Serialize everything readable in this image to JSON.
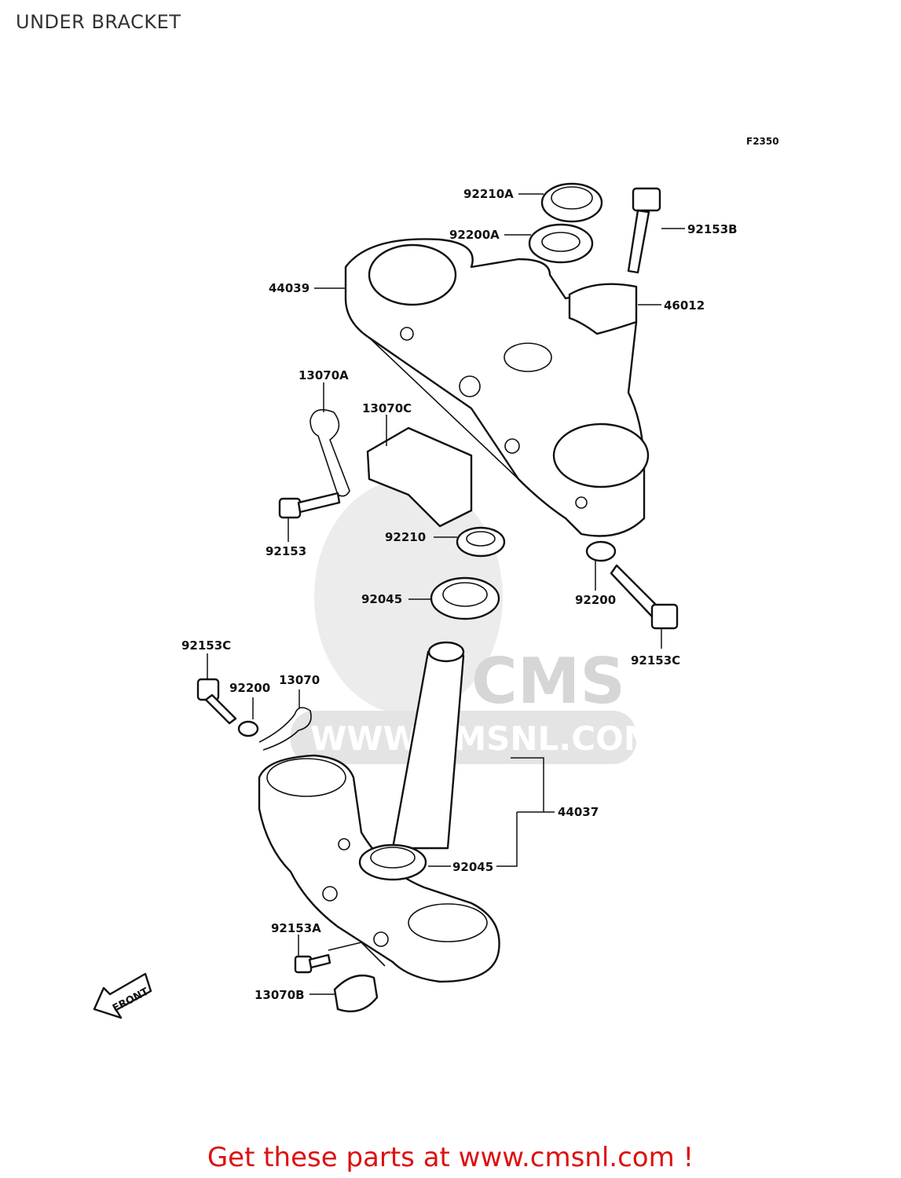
{
  "title": "UNDER BRACKET",
  "figure_code": "F2350",
  "watermark": {
    "logo_text": "CMS",
    "url_text": "WWW.CMSNL.COM"
  },
  "front_marker": "FRONT",
  "parts": [
    {
      "id": "92210A",
      "label": "92210A"
    },
    {
      "id": "92200A",
      "label": "92200A"
    },
    {
      "id": "92153B",
      "label": "92153B"
    },
    {
      "id": "44039",
      "label": "44039"
    },
    {
      "id": "46012",
      "label": "46012"
    },
    {
      "id": "13070A",
      "label": "13070A"
    },
    {
      "id": "13070C",
      "label": "13070C"
    },
    {
      "id": "92153",
      "label": "92153"
    },
    {
      "id": "92210",
      "label": "92210"
    },
    {
      "id": "92200",
      "label": "92200"
    },
    {
      "id": "92045_top",
      "label": "92045"
    },
    {
      "id": "92153C_right",
      "label": "92153C"
    },
    {
      "id": "92153C_left",
      "label": "92153C"
    },
    {
      "id": "92200_left",
      "label": "92200"
    },
    {
      "id": "13070",
      "label": "13070"
    },
    {
      "id": "44037",
      "label": "44037"
    },
    {
      "id": "92045_bottom",
      "label": "92045"
    },
    {
      "id": "92153A",
      "label": "92153A"
    },
    {
      "id": "13070B",
      "label": "13070B"
    }
  ],
  "footer": {
    "text": "Get these parts at www.cmsnl.com !",
    "color": "#dd1111"
  }
}
